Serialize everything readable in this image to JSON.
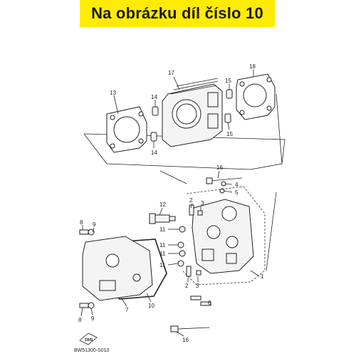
{
  "banner": {
    "text": "Na obrázku díl číslo 10"
  },
  "callouts": {
    "c1": "1",
    "c2a": "2",
    "c2b": "2",
    "c3a": "3",
    "c3b": "3",
    "c4": "4",
    "c5": "5",
    "c6": "6",
    "c7": "7",
    "c8a": "8",
    "c8b": "8",
    "c9a": "9",
    "c9b": "9",
    "c10": "10",
    "c11a": "11",
    "c11b": "11",
    "c11c": "11",
    "c11d": "11",
    "c12": "12",
    "c13": "13",
    "c14a": "14",
    "c14b": "14",
    "c15a": "15",
    "c15b": "15",
    "c16a": "16",
    "c16b": "16",
    "c17": "17",
    "c18": "18"
  },
  "fwd_marker": "FWD",
  "diagram_code": "BW51300-S010",
  "colors": {
    "banner": "#ffec00",
    "line": "#222222"
  }
}
